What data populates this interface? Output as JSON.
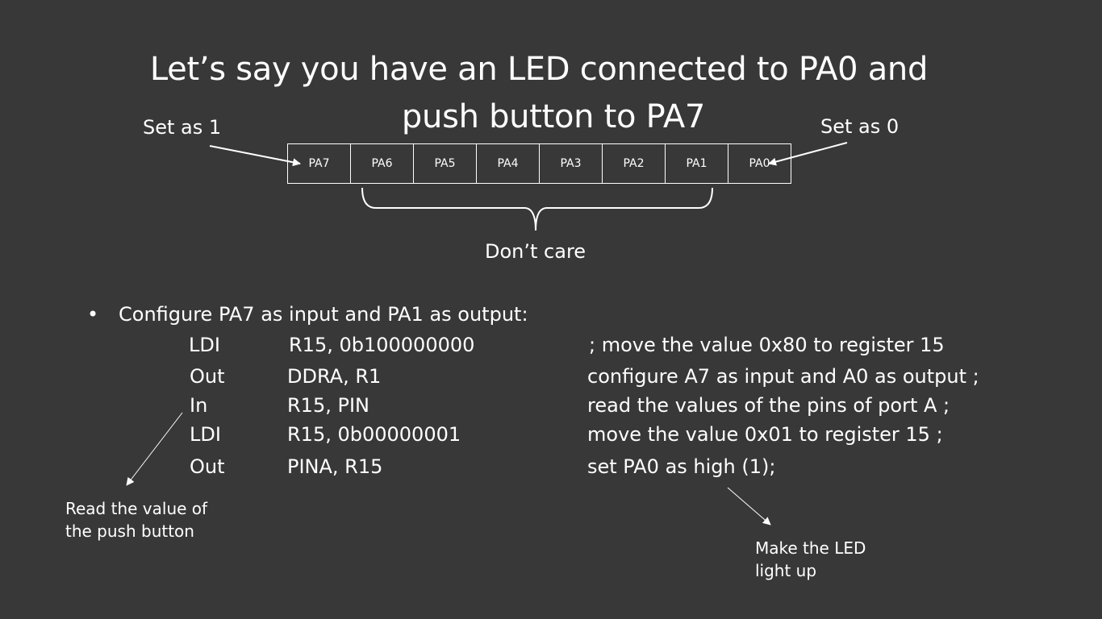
{
  "slide": {
    "title_line1": "Let’s say you have an LED connected to PA0 and",
    "title_line2": "push button to PA7",
    "left_label": "Set as 1",
    "right_label": "Set as 0",
    "register_bits": [
      "PA7",
      "PA6",
      "PA5",
      "PA4",
      "PA3",
      "PA2",
      "PA1",
      "PA0"
    ],
    "brace_label": "Don’t care",
    "bullet_symbol": "•",
    "bullet_text": "Configure PA7 as input and PA1 as output:",
    "code_lines": [
      {
        "instr": "LDI",
        "operands": "R15, 0b100000000",
        "comment": "; move the value 0x80 to register 15"
      },
      {
        "instr": "Out",
        "operands": "DDRA, R1",
        "comment": "configure A7 as input and A0 as output ;"
      },
      {
        "instr": "In",
        "operands": "R15, PIN",
        "comment": "read the values of the pins of port A ;"
      },
      {
        "instr": "LDI",
        "operands": "R15, 0b00000001",
        "comment": "move the value 0x01 to register 15 ;"
      },
      {
        "instr": "Out",
        "operands": "PINA, R15",
        "comment": "set PA0 as high (1);"
      }
    ],
    "note_push_button": "Read the value of the push button",
    "note_led": "Make the LED light up"
  },
  "colors": {
    "background": "#383838",
    "foreground": "#ffffff"
  }
}
